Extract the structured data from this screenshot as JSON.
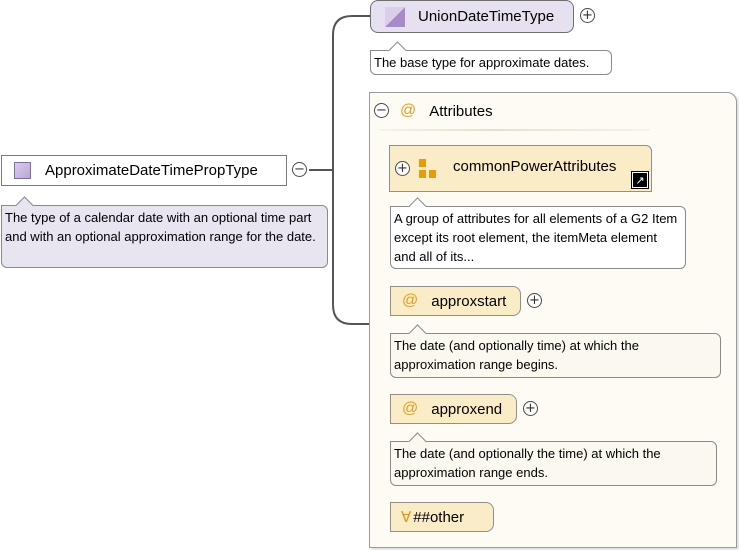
{
  "main_type": {
    "name": "ApproximateDateTimePropType",
    "doc": "The type of a calendar date with an optional time part and with an optional approximation range for the date.",
    "toggle": "−"
  },
  "union": {
    "name": "UnionDateTimeType",
    "doc": "The base type for approximate dates.",
    "toggle": "+"
  },
  "attributes": {
    "title": "Attributes",
    "at_symbol": "@",
    "toggle": "−",
    "group": {
      "name": "commonPowerAttributes",
      "doc": "A group of attributes for all elements of a G2 Item except its root element, the itemMeta element and all of its...",
      "toggle": "+",
      "link_glyph": "↗"
    },
    "items": [
      {
        "name": "approxstart",
        "doc": "The date (and optionally time) at which the approximation range begins.",
        "toggle": "+"
      },
      {
        "name": "approxend",
        "doc": "The date (and optionally the time) at which the approximation range ends.",
        "toggle": "+"
      }
    ],
    "any": {
      "symbol": "∀",
      "label": "##other"
    }
  },
  "colors": {
    "type_accent": "#b7a7d6",
    "attribute_fill": "#fbecc8",
    "attribute_symbol": "#e0a020",
    "panel_fill": "#fdfbf4"
  }
}
